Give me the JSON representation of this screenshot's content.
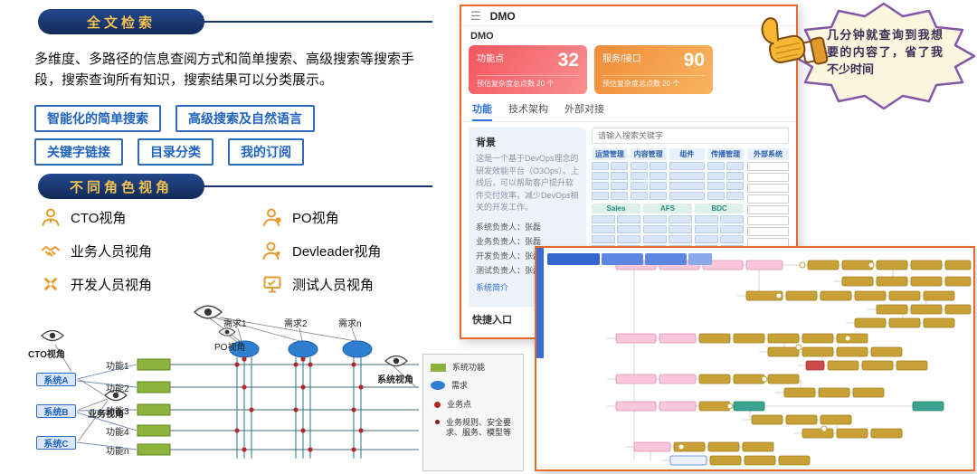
{
  "section_fulltext": {
    "title": "全文检索",
    "description": "多维度、多路径的信息查阅方式和简单搜索、高级搜索等搜索手段，搜索查询所有知识，搜索结果可以分类展示。",
    "tags": [
      "智能化的简单搜索",
      "高级搜索及自然语言",
      "关键字链接",
      "目录分类",
      "我的订阅"
    ]
  },
  "section_roles": {
    "title": "不同角色视角",
    "roles": [
      {
        "label": "CTO视角"
      },
      {
        "label": "PO视角"
      },
      {
        "label": "业务人员视角"
      },
      {
        "label": "Devleader视角"
      },
      {
        "label": "开发人员视角"
      },
      {
        "label": "测试人员视角"
      }
    ]
  },
  "trace_diagram": {
    "viewpoint_cto": "CTO视角",
    "viewpoint_po": "PO视角",
    "viewpoint_business": "业务视角",
    "viewpoint_system": "系统视角",
    "requirements": [
      "需求1",
      "需求2",
      "需求n"
    ],
    "functions": [
      "功能1",
      "功能2",
      "功能3",
      "功能4",
      "功能n"
    ],
    "systems": [
      "系统A",
      "系统B",
      "系统C"
    ],
    "legend": [
      {
        "marker": "green-rect",
        "label": "系统功能"
      },
      {
        "marker": "blue-ellipse",
        "label": "需求"
      },
      {
        "marker": "red-dot",
        "label": "业务点"
      },
      {
        "marker": "small-dot",
        "label": "业务规则、安全要求、服务、模型等"
      }
    ]
  },
  "testimonial": {
    "text": "几分钟就查询到我想要的内容了，省了我不少时间"
  },
  "dashboard": {
    "app_title": "DMO",
    "page_title": "DMO",
    "stats": [
      {
        "label": "功能点",
        "value": "32",
        "footer": "预估复杂度总点数 20 个"
      },
      {
        "label": "服务/接口",
        "value": "90",
        "footer": "预估复杂度总点数 20 个"
      }
    ],
    "tabs": [
      {
        "label": "功能"
      },
      {
        "label": "技术架构"
      },
      {
        "label": "外部对接"
      }
    ],
    "panel": {
      "heading": "背景",
      "body": "这是一个基于DevOps理念的研发效能平台（O3Ops）。上线后，可以帮助客户提升软件交付效率，减少DevOps相关的开发工作。",
      "fields": [
        "系统负责人：张磊",
        "业务负责人：张磊",
        "开发负责人：张磊",
        "测试负责人：张磊"
      ],
      "link": "系统简介",
      "quick_entry": "快捷入口"
    },
    "search_placeholder": "请输入搜索关键字",
    "arch": {
      "top_groups": [
        {
          "label": "运营管理",
          "cells": 8,
          "cols": 2
        },
        {
          "label": "内容管理",
          "cells": 8,
          "cols": 2
        },
        {
          "label": "组件",
          "cells": 4,
          "cols": 1
        },
        {
          "label": "传播管理",
          "cells": 8,
          "cols": 2
        }
      ],
      "mid_groups": [
        {
          "label": "Sales",
          "cells": 14,
          "cols": 2
        },
        {
          "label": "AFS",
          "cells": 12,
          "cols": 2
        },
        {
          "label": "BDC",
          "cells": 12,
          "cols": 2
        }
      ],
      "right_group": {
        "label": "外部系统",
        "cells": 9,
        "cols": 1
      }
    }
  },
  "flowmap": {
    "nodes": [
      [
        88,
        14,
        44,
        "p"
      ],
      [
        136,
        14,
        44,
        "p"
      ],
      [
        184,
        14,
        44,
        "p"
      ],
      [
        232,
        14,
        40,
        "p"
      ],
      [
        300,
        14,
        34,
        "g"
      ],
      [
        338,
        14,
        34,
        "g"
      ],
      [
        376,
        14,
        34,
        "g"
      ],
      [
        414,
        14,
        34,
        "g"
      ],
      [
        452,
        14,
        28,
        "g"
      ],
      [
        338,
        32,
        34,
        "g"
      ],
      [
        376,
        32,
        34,
        "g"
      ],
      [
        414,
        32,
        34,
        "g"
      ],
      [
        452,
        32,
        28,
        "g"
      ],
      [
        232,
        48,
        40,
        "g"
      ],
      [
        276,
        48,
        34,
        "g"
      ],
      [
        314,
        48,
        34,
        "g"
      ],
      [
        352,
        48,
        34,
        "g"
      ],
      [
        390,
        48,
        34,
        "g"
      ],
      [
        428,
        48,
        34,
        "g"
      ],
      [
        376,
        63,
        34,
        "g"
      ],
      [
        414,
        63,
        34,
        "g"
      ],
      [
        452,
        63,
        28,
        "g"
      ],
      [
        352,
        78,
        34,
        "g"
      ],
      [
        390,
        78,
        34,
        "g"
      ],
      [
        428,
        78,
        34,
        "g"
      ],
      [
        88,
        95,
        44,
        "p"
      ],
      [
        136,
        95,
        40,
        "p"
      ],
      [
        180,
        95,
        34,
        "g"
      ],
      [
        218,
        95,
        34,
        "g"
      ],
      [
        256,
        95,
        34,
        "g"
      ],
      [
        294,
        95,
        34,
        "g"
      ],
      [
        332,
        95,
        34,
        "g"
      ],
      [
        256,
        110,
        34,
        "g"
      ],
      [
        294,
        110,
        34,
        "g"
      ],
      [
        332,
        110,
        34,
        "g"
      ],
      [
        370,
        110,
        34,
        "g"
      ],
      [
        298,
        125,
        20,
        "r"
      ],
      [
        322,
        125,
        34,
        "g"
      ],
      [
        360,
        125,
        34,
        "g"
      ],
      [
        398,
        125,
        34,
        "g"
      ],
      [
        88,
        140,
        44,
        "p"
      ],
      [
        136,
        140,
        40,
        "p"
      ],
      [
        180,
        140,
        34,
        "g"
      ],
      [
        218,
        140,
        34,
        "g"
      ],
      [
        256,
        140,
        34,
        "g"
      ],
      [
        274,
        155,
        34,
        "g"
      ],
      [
        312,
        155,
        34,
        "g"
      ],
      [
        350,
        155,
        34,
        "g"
      ],
      [
        88,
        170,
        44,
        "p"
      ],
      [
        136,
        170,
        40,
        "p"
      ],
      [
        180,
        170,
        34,
        "g"
      ],
      [
        218,
        170,
        34,
        "t"
      ],
      [
        416,
        170,
        34,
        "t"
      ],
      [
        238,
        185,
        34,
        "g"
      ],
      [
        276,
        185,
        34,
        "g"
      ],
      [
        314,
        185,
        34,
        "g"
      ],
      [
        294,
        200,
        34,
        "g"
      ],
      [
        332,
        200,
        34,
        "g"
      ],
      [
        370,
        200,
        34,
        "g"
      ],
      [
        108,
        215,
        40,
        "p"
      ],
      [
        152,
        215,
        34,
        "g"
      ],
      [
        190,
        215,
        34,
        "g"
      ],
      [
        228,
        215,
        34,
        "g"
      ],
      [
        148,
        230,
        40,
        "b"
      ],
      [
        192,
        230,
        34,
        "g"
      ],
      [
        230,
        230,
        34,
        "g"
      ],
      [
        268,
        230,
        34,
        "g"
      ]
    ],
    "edges": [
      [
        108,
        19,
        108,
        235
      ],
      [
        246,
        19,
        246,
        53
      ],
      [
        394,
        19,
        394,
        37
      ],
      [
        431,
        53,
        431,
        68
      ],
      [
        405,
        68,
        405,
        83
      ],
      [
        274,
        100,
        274,
        115
      ],
      [
        316,
        115,
        316,
        130
      ],
      [
        292,
        145,
        292,
        160
      ],
      [
        236,
        175,
        236,
        190
      ],
      [
        332,
        190,
        332,
        205
      ],
      [
        126,
        220,
        126,
        235
      ]
    ],
    "dots": [
      [
        294,
        19
      ],
      [
        370,
        19
      ],
      [
        268,
        53
      ],
      [
        344,
        100
      ],
      [
        252,
        145
      ],
      [
        214,
        175
      ],
      [
        290,
        110
      ],
      [
        318,
        200
      ],
      [
        160,
        220
      ]
    ]
  }
}
